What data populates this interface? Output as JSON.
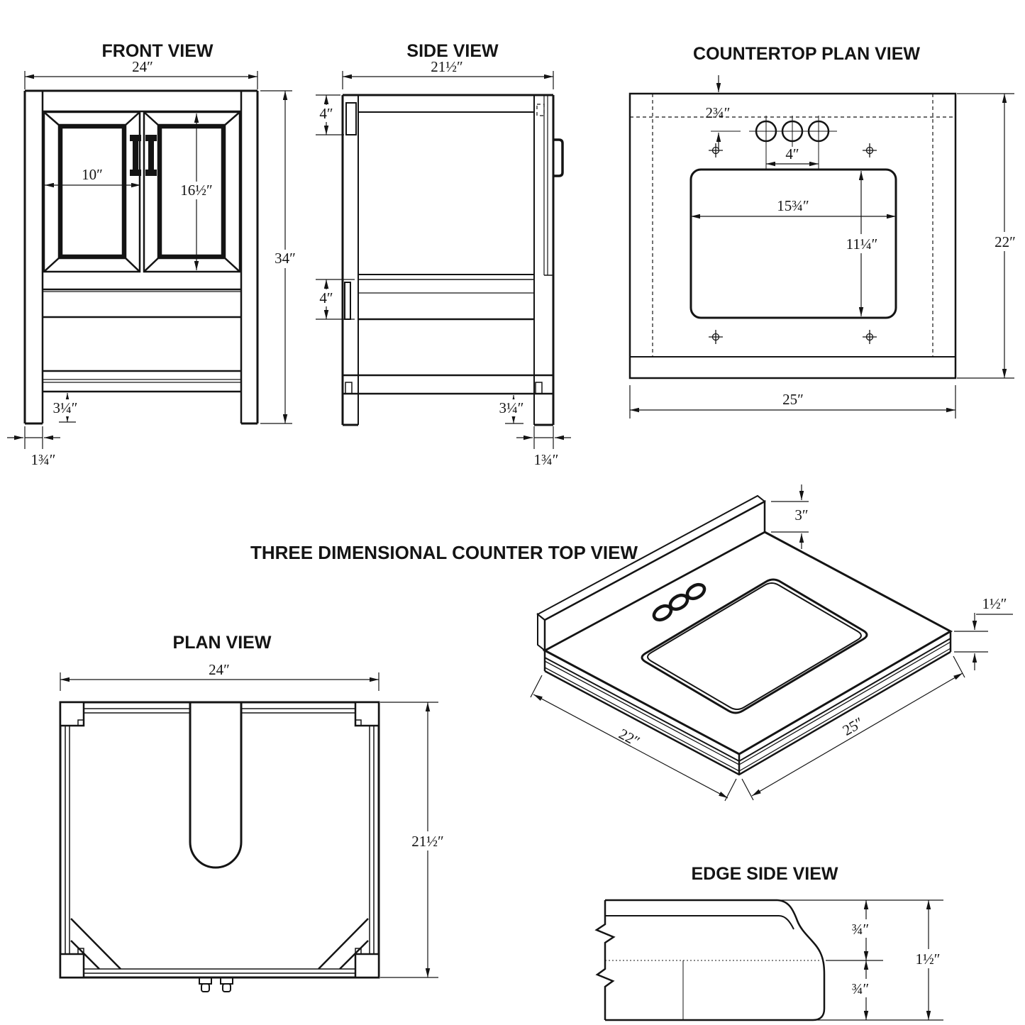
{
  "colors": {
    "line": "#141414",
    "background": "#ffffff"
  },
  "views": {
    "front": {
      "title": "FRONT VIEW",
      "dim_width": "24″",
      "dim_door_width": "10″",
      "dim_door_height": "16½″",
      "dim_height": "34″",
      "dim_bottom_rail": "3¼″",
      "dim_leg_width": "1¾″"
    },
    "side": {
      "title": "SIDE VIEW",
      "dim_depth": "21½″",
      "dim_top_rail": "4″",
      "dim_mid_rail": "4″",
      "dim_bottom_rail": "3¼″",
      "dim_leg_depth": "1¾″"
    },
    "countertop": {
      "title": "COUNTERTOP PLAN VIEW",
      "dim_hole_setback": "2¾″",
      "dim_hole_spacing": "4″",
      "dim_cutout_width": "15¾″",
      "dim_cutout_depth": "11¼″",
      "dim_depth": "22″",
      "dim_width": "25″"
    },
    "three_d": {
      "title": "THREE DIMENSIONAL COUNTER TOP VIEW",
      "dim_backsplash_height": "3″",
      "dim_edge_thickness": "1½″",
      "dim_depth": "22″",
      "dim_width": "25″"
    },
    "plan": {
      "title": "PLAN VIEW",
      "dim_width": "24″",
      "dim_depth": "21½″"
    },
    "edge": {
      "title": "EDGE SIDE VIEW",
      "dim_top_layer": "¾″",
      "dim_bottom_layer": "¾″",
      "dim_total": "1½″"
    }
  }
}
